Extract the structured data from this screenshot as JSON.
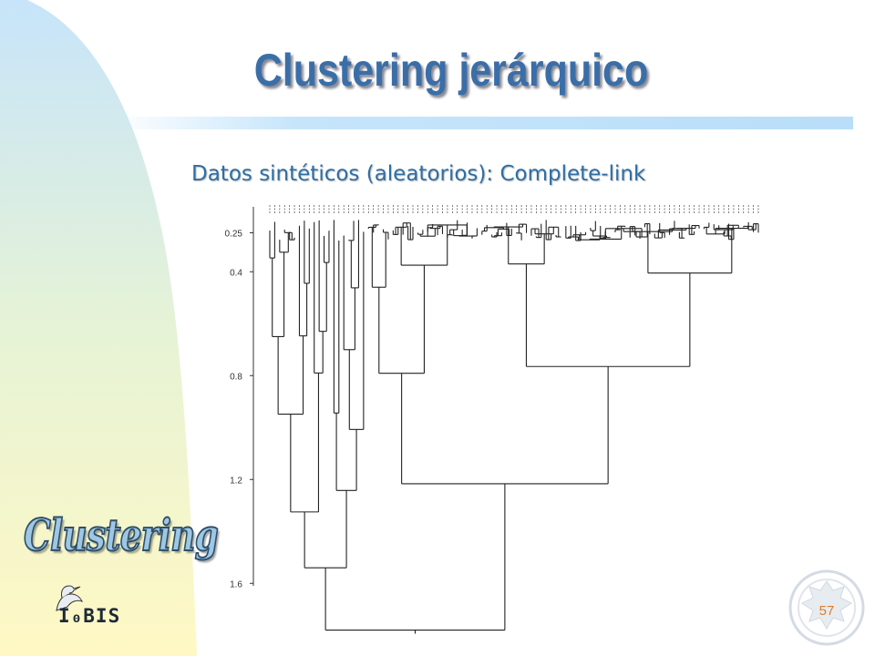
{
  "slide": {
    "title": "Clustering jerárquico",
    "subtitle": "Datos sintéticos (aleatorios): Complete-link",
    "page_number": "57"
  },
  "branding": {
    "section_label": "Clustering",
    "logo_text": "I₀BIS",
    "logo_icon": "heron-bird-icon",
    "seal_icon": "university-seal-icon"
  },
  "colors": {
    "title": "#3a6ea8",
    "subtitle": "#2e6fa3",
    "panel_top": "#c9e6fb",
    "panel_bottom": "#fff8c8",
    "page_number": "#e07a2a"
  },
  "dendrogram": {
    "axis_ticks": [
      {
        "label": "0.25",
        "value": 0.25
      },
      {
        "label": "0.4",
        "value": 0.4
      },
      {
        "label": "0.8",
        "value": 0.8
      },
      {
        "label": "1.2",
        "value": 1.2
      },
      {
        "label": "1.6",
        "value": 1.6
      }
    ]
  }
}
